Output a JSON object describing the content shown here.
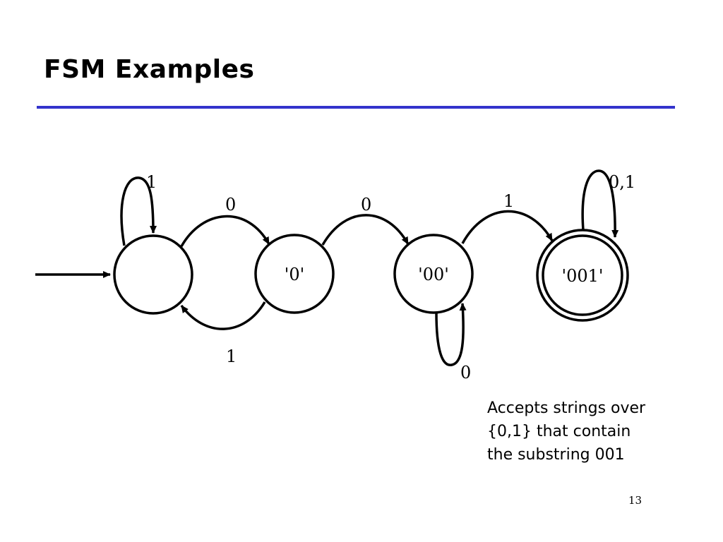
{
  "slide": {
    "title": "FSM Examples",
    "rule_color": "#3333cc",
    "page_number": "13"
  },
  "diagram": {
    "states": {
      "start": {
        "label": ""
      },
      "s0": {
        "label": "'0'"
      },
      "s00": {
        "label": "'00'"
      },
      "s001": {
        "label": "'001'",
        "accepting": true
      }
    },
    "transitions": {
      "start_loop": {
        "from": "start",
        "to": "start",
        "label": "1"
      },
      "start_to_s0": {
        "from": "start",
        "to": "s0",
        "label": "0"
      },
      "s0_to_start": {
        "from": "s0",
        "to": "start",
        "label": "1"
      },
      "s0_to_s00": {
        "from": "s0",
        "to": "s00",
        "label": "0"
      },
      "s00_loop": {
        "from": "s00",
        "to": "s00",
        "label": "0"
      },
      "s00_to_s001": {
        "from": "s00",
        "to": "s001",
        "label": "1"
      },
      "s001_loop": {
        "from": "s001",
        "to": "s001",
        "label": "0,1"
      }
    },
    "stroke_color": "#000000"
  },
  "caption": {
    "lines": [
      "Accepts strings over",
      "{0,1} that contain",
      "the substring 001"
    ]
  }
}
